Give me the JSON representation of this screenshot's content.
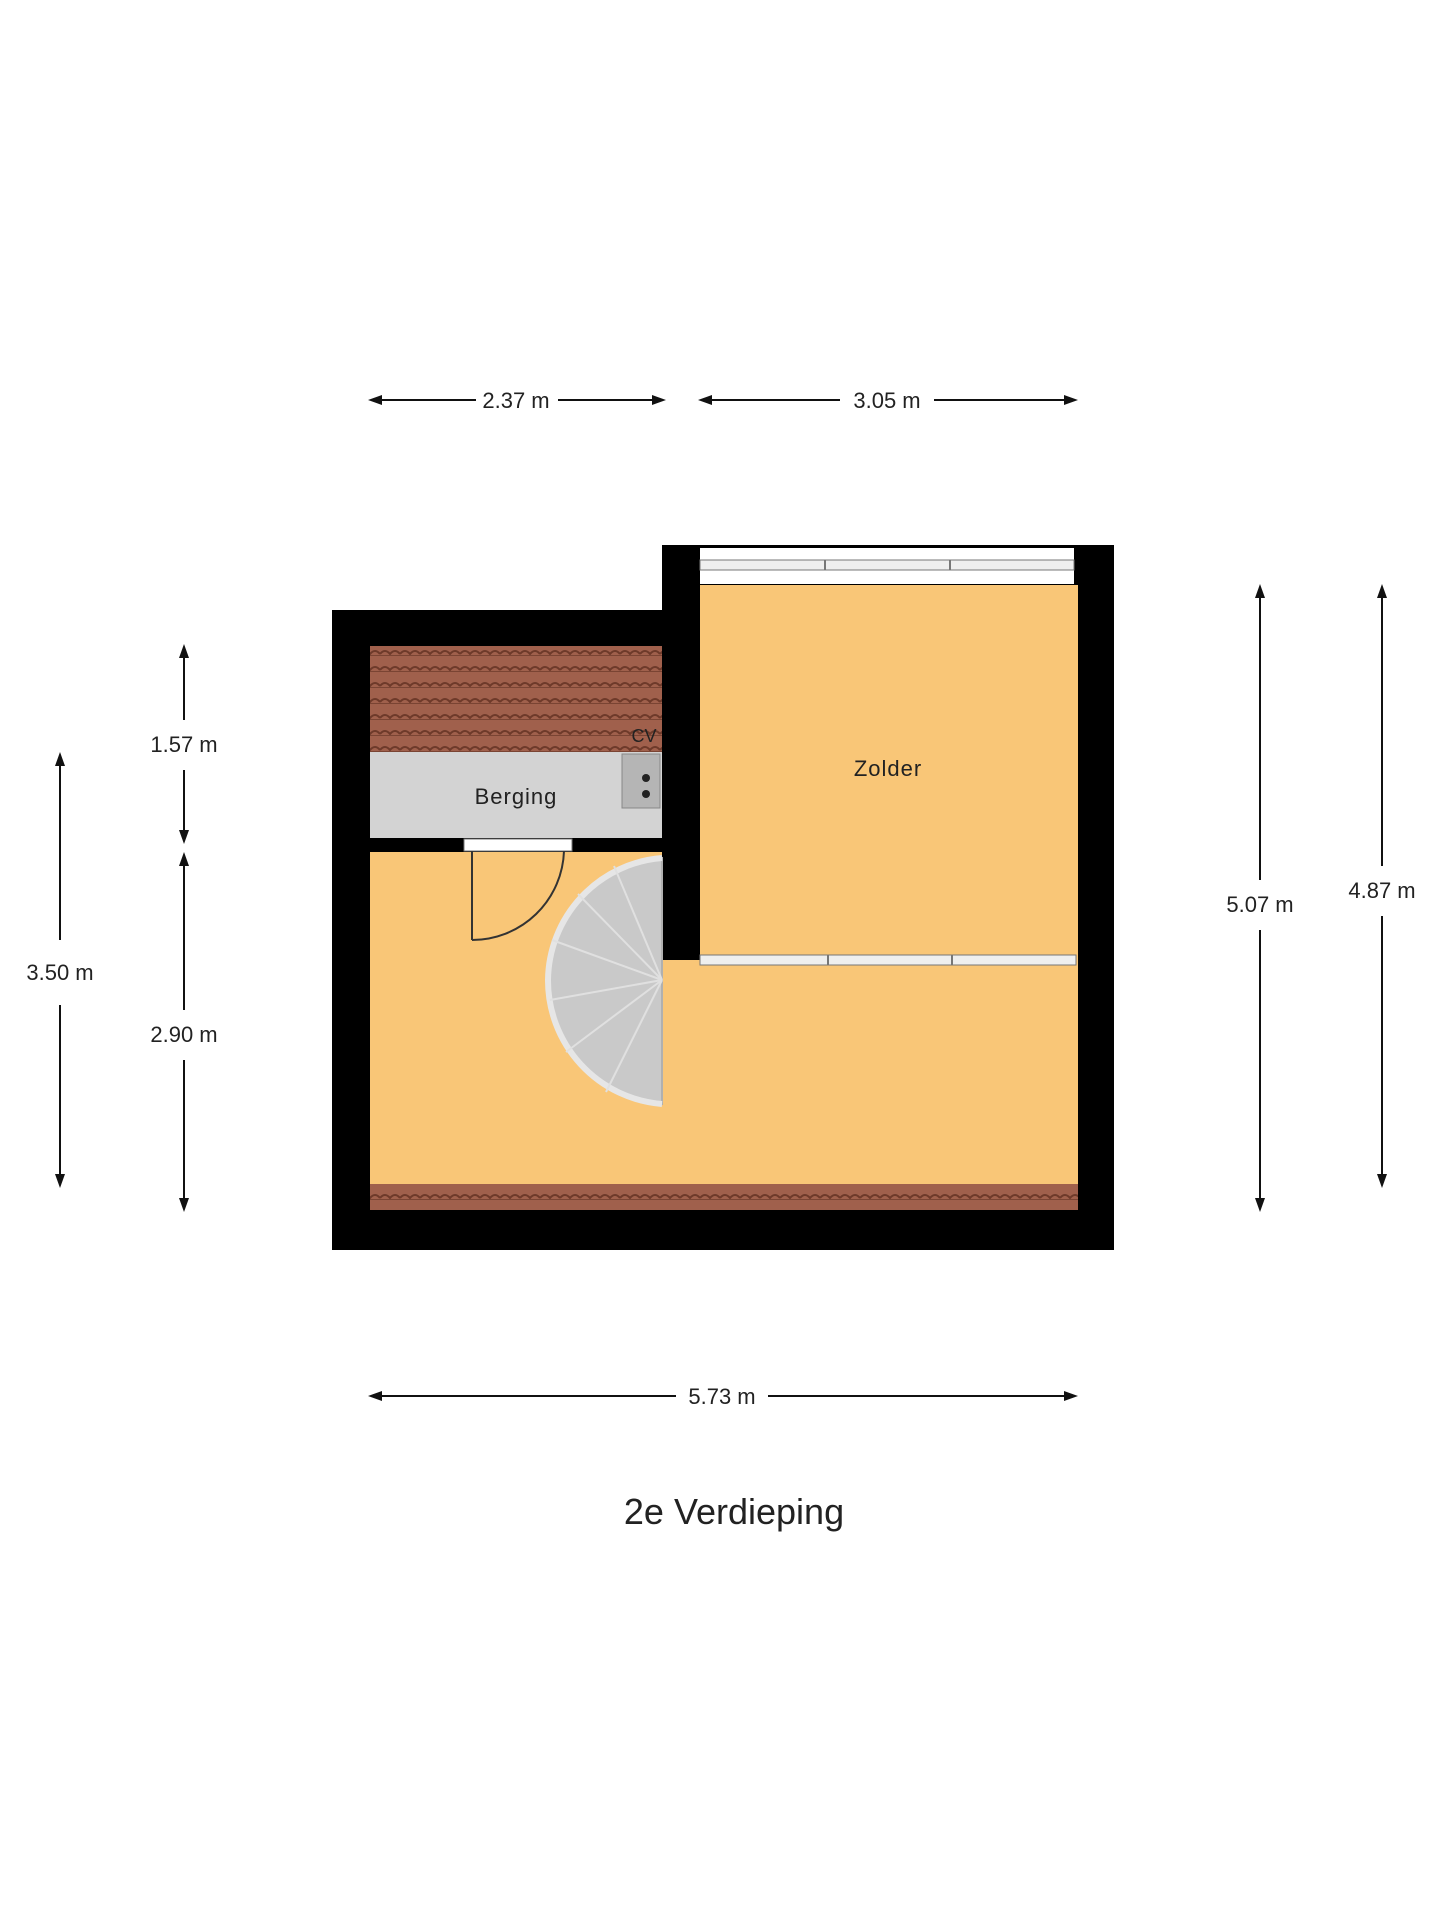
{
  "floor_title": "2e Verdieping",
  "rooms": {
    "zolder": "Zolder",
    "berging": "Berging",
    "cv": "CV"
  },
  "dimensions": {
    "top_left": "2.37 m",
    "top_right": "3.05 m",
    "bottom": "5.73 m",
    "left_outer": "3.50 m",
    "left_upper": "1.57 m",
    "left_lower": "2.90 m",
    "right_inner": "5.07 m",
    "right_outer": "4.87 m"
  },
  "colors": {
    "wall": "#000000",
    "floor": "#f9c677",
    "storage": "#d3d3d3",
    "roof_tiles": "#a0604c",
    "stair": "#c9c9c9"
  }
}
